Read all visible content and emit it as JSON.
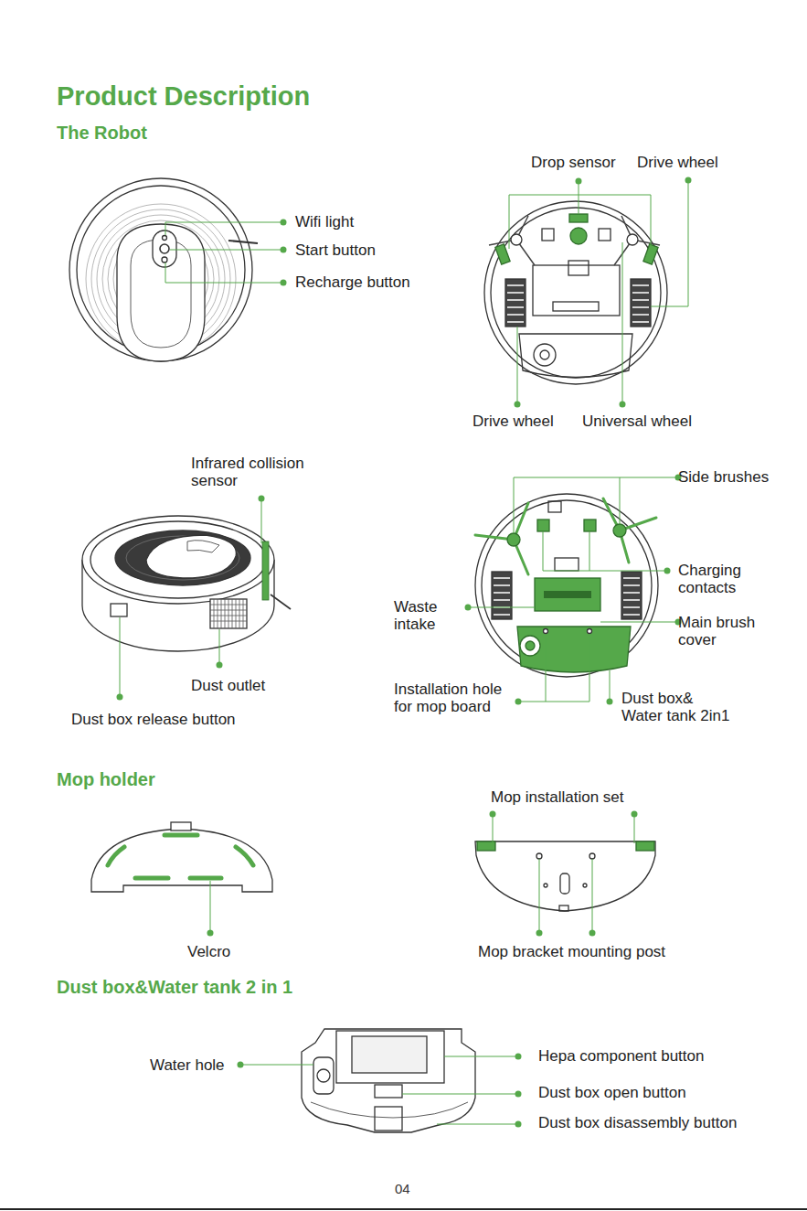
{
  "diagram": {
    "title": "Product Description",
    "labels": [
      "The Robot",
      "Wifi light",
      "Start button",
      "Recharge button",
      "Drop sensor",
      "Drive wheel",
      "Drive wheel",
      "Universal wheel",
      "Infrared collision sensor",
      "Side brushes",
      "Charging contacts",
      "Waste intake",
      "Main brush cover",
      "Dust outlet",
      "Installation hole for mop board",
      "Dust box& Water tank 2in1",
      "Dust box release button",
      "Mop holder",
      "Mop installation set",
      "Velcro",
      "Mop bracket mounting post",
      "Dust box&Water tank 2 in 1",
      "Water hole",
      "Hepa component button",
      "Dust box open button",
      "Dust box disassembly button",
      "04"
    ]
  }
}
